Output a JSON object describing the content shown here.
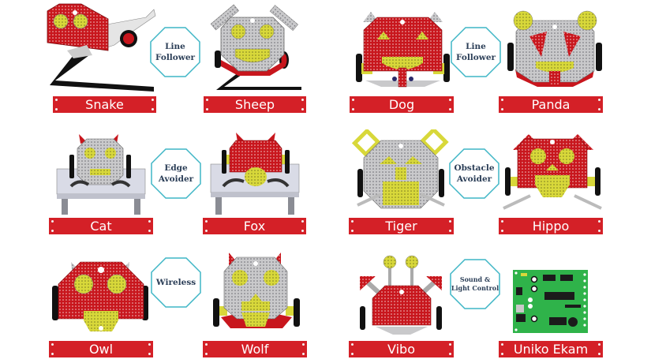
{
  "colors": {
    "label_bg": "#d42027",
    "label_text": "#ffffff",
    "octagon_border": "#3fb6c6",
    "octagon_text": "#2b3e57",
    "robot_red": "#c8161d",
    "robot_gray": "#c9c9cb",
    "robot_yellow": "#d8d83a",
    "pcb_green": "#2fb34a"
  },
  "categories": [
    {
      "name": "Line Follower",
      "robots": [
        "Snake",
        "Sheep"
      ]
    },
    {
      "name": "Line Follower",
      "robots": [
        "Dog",
        "Panda"
      ]
    },
    {
      "name": "Edge Avoider",
      "robots": [
        "Cat",
        "Fox"
      ]
    },
    {
      "name": "Obstacle Avoider",
      "robots": [
        "Tiger",
        "Hippo"
      ]
    },
    {
      "name": "Wireless",
      "robots": [
        "Owl",
        "Wolf"
      ]
    },
    {
      "name": "Sound & Light Control",
      "robots": [
        "Vibo",
        "Uniko Ekam"
      ]
    }
  ],
  "octagons": [
    {
      "line1": "Line",
      "line2": "Follower"
    },
    {
      "line1": "Line",
      "line2": "Follower"
    },
    {
      "line1": "Edge",
      "line2": "Avoider"
    },
    {
      "line1": "Obstacle",
      "line2": "Avoider"
    },
    {
      "line1": "Wireless",
      "line2": ""
    },
    {
      "line1": "Sound &",
      "line2": "Light Control"
    }
  ],
  "labels": {
    "snake": "Snake",
    "sheep": "Sheep",
    "dog": "Dog",
    "panda": "Panda",
    "cat": "Cat",
    "fox": "Fox",
    "tiger": "Tiger",
    "hippo": "Hippo",
    "owl": "Owl",
    "wolf": "Wolf",
    "vibo": "Vibo",
    "uniko_ekam": "Uniko Ekam"
  }
}
